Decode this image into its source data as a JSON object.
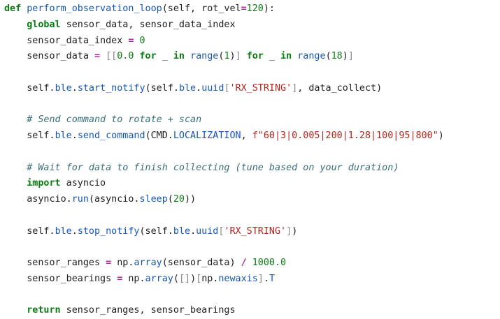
{
  "code_lines": [
    [
      {
        "t": "def",
        "c": "kw"
      },
      {
        "t": " ",
        "c": "tx"
      },
      {
        "t": "perform_observation_loop",
        "c": "fn"
      },
      {
        "t": "(self, rot_vel",
        "c": "tx"
      },
      {
        "t": "=",
        "c": "op"
      },
      {
        "t": "120",
        "c": "num"
      },
      {
        "t": "):",
        "c": "tx"
      }
    ],
    [
      {
        "t": "    ",
        "c": "tx"
      },
      {
        "t": "global",
        "c": "kw"
      },
      {
        "t": " sensor_data, sensor_data_index",
        "c": "tx"
      }
    ],
    [
      {
        "t": "    sensor_data_index ",
        "c": "tx"
      },
      {
        "t": "=",
        "c": "op"
      },
      {
        "t": " ",
        "c": "tx"
      },
      {
        "t": "0",
        "c": "num"
      }
    ],
    [
      {
        "t": "    sensor_data ",
        "c": "tx"
      },
      {
        "t": "=",
        "c": "op"
      },
      {
        "t": " ",
        "c": "tx"
      },
      {
        "t": "[[",
        "c": "br"
      },
      {
        "t": "0.0",
        "c": "num"
      },
      {
        "t": " ",
        "c": "tx"
      },
      {
        "t": "for",
        "c": "kw"
      },
      {
        "t": " _ ",
        "c": "tx"
      },
      {
        "t": "in",
        "c": "kw"
      },
      {
        "t": " ",
        "c": "tx"
      },
      {
        "t": "range",
        "c": "fn"
      },
      {
        "t": "(",
        "c": "tx"
      },
      {
        "t": "1",
        "c": "num"
      },
      {
        "t": ")",
        "c": "tx"
      },
      {
        "t": "]",
        "c": "br"
      },
      {
        "t": " ",
        "c": "tx"
      },
      {
        "t": "for",
        "c": "kw"
      },
      {
        "t": " _ ",
        "c": "tx"
      },
      {
        "t": "in",
        "c": "kw"
      },
      {
        "t": " ",
        "c": "tx"
      },
      {
        "t": "range",
        "c": "fn"
      },
      {
        "t": "(",
        "c": "tx"
      },
      {
        "t": "18",
        "c": "num"
      },
      {
        "t": ")",
        "c": "tx"
      },
      {
        "t": "]",
        "c": "br"
      }
    ],
    [],
    [
      {
        "t": "    self.",
        "c": "tx"
      },
      {
        "t": "ble",
        "c": "attr"
      },
      {
        "t": ".",
        "c": "tx"
      },
      {
        "t": "start_notify",
        "c": "attr"
      },
      {
        "t": "(self.",
        "c": "tx"
      },
      {
        "t": "ble",
        "c": "attr"
      },
      {
        "t": ".",
        "c": "tx"
      },
      {
        "t": "uuid",
        "c": "attr"
      },
      {
        "t": "[",
        "c": "br"
      },
      {
        "t": "'RX_STRING'",
        "c": "str"
      },
      {
        "t": "]",
        "c": "br"
      },
      {
        "t": ", data_collect)",
        "c": "tx"
      }
    ],
    [],
    [
      {
        "t": "    ",
        "c": "tx"
      },
      {
        "t": "# Send command to rotate + scan",
        "c": "com"
      }
    ],
    [
      {
        "t": "    self.",
        "c": "tx"
      },
      {
        "t": "ble",
        "c": "attr"
      },
      {
        "t": ".",
        "c": "tx"
      },
      {
        "t": "send_command",
        "c": "attr"
      },
      {
        "t": "(CMD.",
        "c": "tx"
      },
      {
        "t": "LOCALIZATION",
        "c": "attr"
      },
      {
        "t": ", ",
        "c": "tx"
      },
      {
        "t": "f\"60|3|0.005|200|1.28|100|95|800\"",
        "c": "str"
      },
      {
        "t": ")",
        "c": "tx"
      }
    ],
    [],
    [
      {
        "t": "    ",
        "c": "tx"
      },
      {
        "t": "# Wait for data to finish collecting (tune based on your duration)",
        "c": "com"
      }
    ],
    [
      {
        "t": "    ",
        "c": "tx"
      },
      {
        "t": "import",
        "c": "kw"
      },
      {
        "t": " asyncio",
        "c": "tx"
      }
    ],
    [
      {
        "t": "    asyncio.",
        "c": "tx"
      },
      {
        "t": "run",
        "c": "attr"
      },
      {
        "t": "(asyncio.",
        "c": "tx"
      },
      {
        "t": "sleep",
        "c": "attr"
      },
      {
        "t": "(",
        "c": "tx"
      },
      {
        "t": "20",
        "c": "num"
      },
      {
        "t": "))",
        "c": "tx"
      }
    ],
    [],
    [
      {
        "t": "    self.",
        "c": "tx"
      },
      {
        "t": "ble",
        "c": "attr"
      },
      {
        "t": ".",
        "c": "tx"
      },
      {
        "t": "stop_notify",
        "c": "attr"
      },
      {
        "t": "(self.",
        "c": "tx"
      },
      {
        "t": "ble",
        "c": "attr"
      },
      {
        "t": ".",
        "c": "tx"
      },
      {
        "t": "uuid",
        "c": "attr"
      },
      {
        "t": "[",
        "c": "br"
      },
      {
        "t": "'RX_STRING'",
        "c": "str"
      },
      {
        "t": "]",
        "c": "br"
      },
      {
        "t": ")",
        "c": "tx"
      }
    ],
    [],
    [
      {
        "t": "    sensor_ranges ",
        "c": "tx"
      },
      {
        "t": "=",
        "c": "op"
      },
      {
        "t": " np.",
        "c": "tx"
      },
      {
        "t": "array",
        "c": "attr"
      },
      {
        "t": "(sensor_data) ",
        "c": "tx"
      },
      {
        "t": "/",
        "c": "op"
      },
      {
        "t": " ",
        "c": "tx"
      },
      {
        "t": "1000.0",
        "c": "num"
      }
    ],
    [
      {
        "t": "    sensor_bearings ",
        "c": "tx"
      },
      {
        "t": "=",
        "c": "op"
      },
      {
        "t": " np.",
        "c": "tx"
      },
      {
        "t": "array",
        "c": "attr"
      },
      {
        "t": "(",
        "c": "tx"
      },
      {
        "t": "[]",
        "c": "br"
      },
      {
        "t": ")",
        "c": "tx"
      },
      {
        "t": "[",
        "c": "br"
      },
      {
        "t": "np.",
        "c": "tx"
      },
      {
        "t": "newaxis",
        "c": "attr"
      },
      {
        "t": "]",
        "c": "br"
      },
      {
        "t": ".",
        "c": "tx"
      },
      {
        "t": "T",
        "c": "attr"
      }
    ],
    [],
    [
      {
        "t": "    ",
        "c": "tx"
      },
      {
        "t": "return",
        "c": "kw"
      },
      {
        "t": " sensor_ranges, sensor_bearings",
        "c": "tx"
      }
    ]
  ]
}
